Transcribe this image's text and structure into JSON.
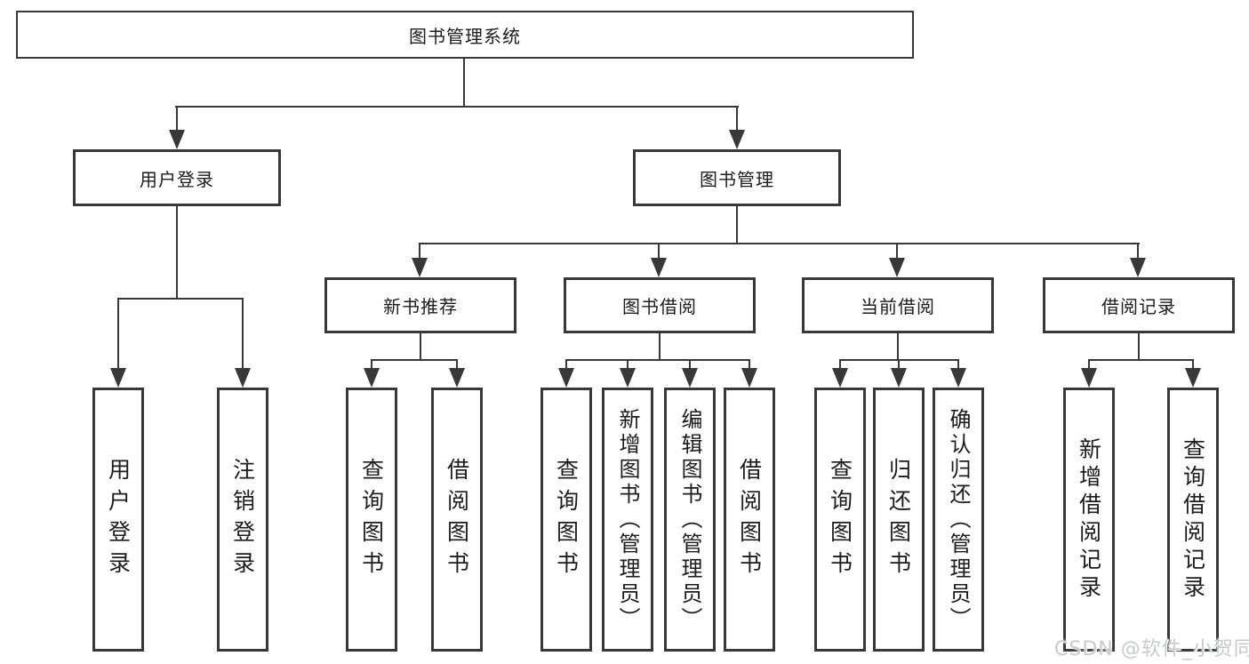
{
  "diagram": {
    "root": {
      "label": "图书管理系统"
    },
    "level1": {
      "user_login": {
        "label": "用户登录"
      },
      "book_mgmt": {
        "label": "图书管理"
      }
    },
    "level2": {
      "new_book_rec": {
        "label": "新书推荐"
      },
      "book_borrow": {
        "label": "图书借阅"
      },
      "current_borrow": {
        "label": "当前借阅"
      },
      "borrow_records": {
        "label": "借阅记录"
      }
    },
    "leaves": {
      "ul_login": {
        "label": "用户登录"
      },
      "ul_logout": {
        "label": "注销登录"
      },
      "nb_query": {
        "label": "查询图书"
      },
      "nb_borrow": {
        "label": "借阅图书"
      },
      "bb_query": {
        "label": "查询图书"
      },
      "bb_add": {
        "label": "新增图书（管理员）"
      },
      "bb_edit": {
        "label": "编辑图书（管理员）"
      },
      "bb_borrow": {
        "label": "借阅图书"
      },
      "cb_query": {
        "label": "查询图书"
      },
      "cb_return": {
        "label": "归还图书"
      },
      "cb_confirm": {
        "label": "确认归还（管理员）"
      },
      "br_add": {
        "label": "新增借阅记录"
      },
      "br_query": {
        "label": "查询借阅记录"
      }
    }
  },
  "watermark": {
    "text": "CSDN @软件_小贺同学"
  },
  "colors": {
    "line": "#383838",
    "text": "#1c1c1c",
    "background": "#ffffff",
    "watermark": "#c9cacc"
  }
}
